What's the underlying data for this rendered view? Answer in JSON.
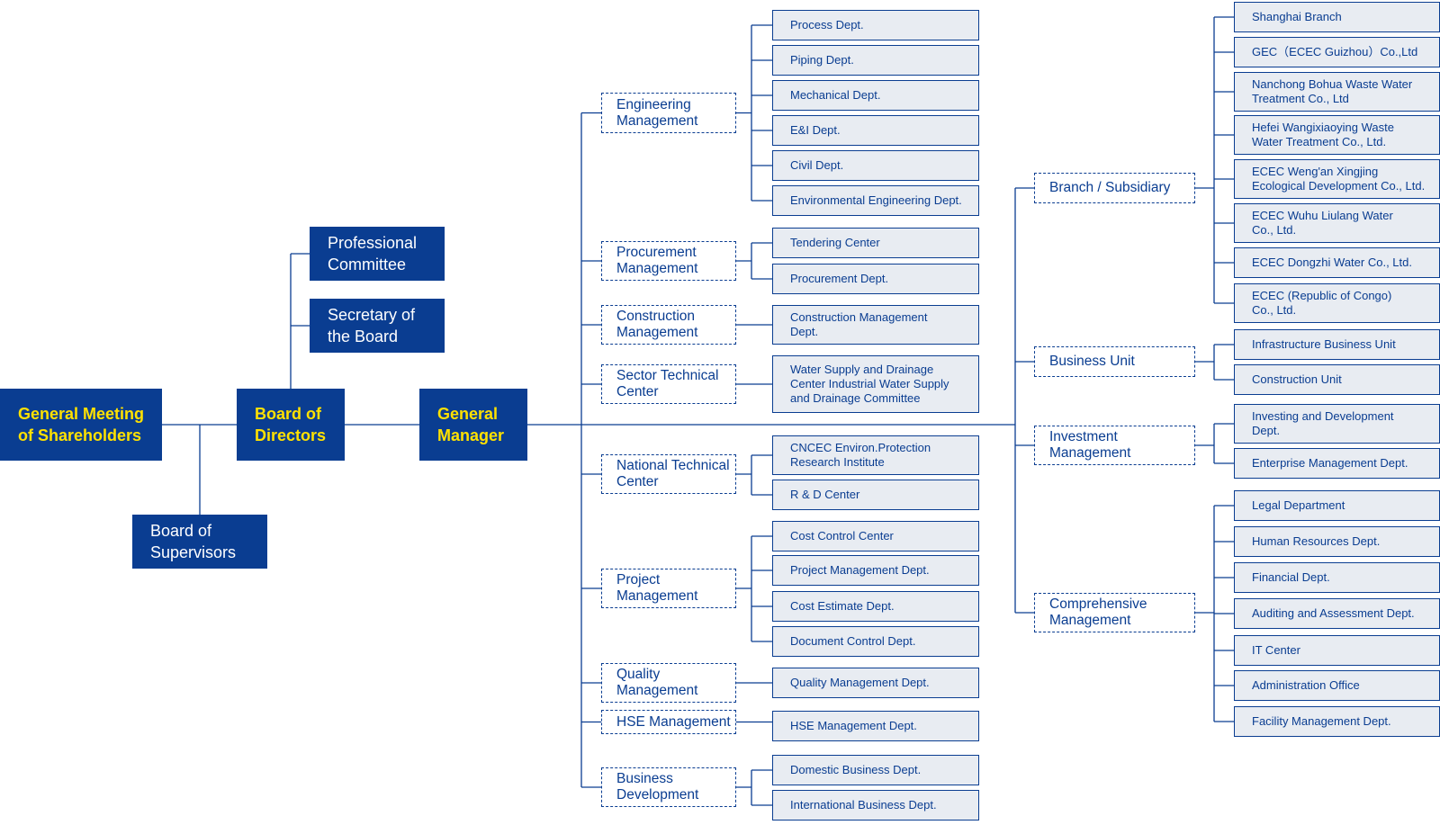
{
  "colors": {
    "primary": "#0a3d91",
    "highlight_text": "#ffe100",
    "leaf_fill": "#e8ecf2"
  },
  "top": {
    "shareholders": "General Meeting\nof Shareholders",
    "board_directors": "Board of\nDirectors",
    "general_manager": "General\nManager",
    "professional_committee": "Professional\nCommittee",
    "secretary": "Secretary of\nthe Board",
    "supervisors": "Board of\nSupervisors"
  },
  "left_groups": [
    {
      "label": "Engineering\nManagement",
      "items": [
        "Process Dept.",
        "Piping Dept.",
        "Mechanical Dept.",
        "E&I Dept.",
        "Civil Dept.",
        "Environmental Engineering Dept."
      ]
    },
    {
      "label": "Procurement\nManagement",
      "items": [
        "Tendering Center",
        "Procurement Dept."
      ]
    },
    {
      "label": "Construction\nManagement",
      "items": [
        "Construction Management\nDept."
      ]
    },
    {
      "label": "Sector Technical\nCenter",
      "items": [
        "Water Supply and Drainage\nCenter Industrial Water Supply\nand Drainage Committee"
      ]
    },
    {
      "label": "National Technical\nCenter",
      "items": [
        "CNCEC Environ.Protection\nResearch Institute",
        "R & D Center"
      ]
    },
    {
      "label": "Project\nManagement",
      "items": [
        "Cost Control Center",
        "Project Management Dept.",
        "Cost Estimate Dept.",
        "Document Control Dept."
      ]
    },
    {
      "label": "Quality\nManagement",
      "items": [
        "Quality Management Dept."
      ]
    },
    {
      "label": "HSE Management",
      "items": [
        "HSE Management Dept."
      ]
    },
    {
      "label": "Business\nDevelopment",
      "items": [
        "Domestic Business Dept.",
        "International  Business Dept."
      ]
    }
  ],
  "right_groups": [
    {
      "label": "Branch / Subsidiary",
      "items": [
        "Shanghai Branch",
        "GEC（ECEC Guizhou）Co.,Ltd",
        "Nanchong Bohua Waste Water\nTreatment Co., Ltd",
        "Hefei Wangixiaoying Waste\nWater Treatment Co., Ltd.",
        "ECEC Weng'an Xingjing\nEcological Development Co., Ltd.",
        "ECEC Wuhu Liulang Water\nCo., Ltd.",
        "ECEC Dongzhi Water Co., Ltd.",
        "ECEC (Republic of Congo)\nCo., Ltd."
      ]
    },
    {
      "label": "Business Unit",
      "items": [
        "Infrastructure Business Unit",
        "Construction Unit"
      ]
    },
    {
      "label": "Investment\nManagement",
      "items": [
        "Investing and Development\nDept.",
        "Enterprise Management Dept."
      ]
    },
    {
      "label": "Comprehensive\nManagement",
      "items": [
        "Legal Department",
        "Human Resources Dept.",
        "Financial Dept.",
        "Auditing and Assessment Dept.",
        "IT Center",
        "Administration Office",
        "Facility Management Dept."
      ]
    }
  ]
}
